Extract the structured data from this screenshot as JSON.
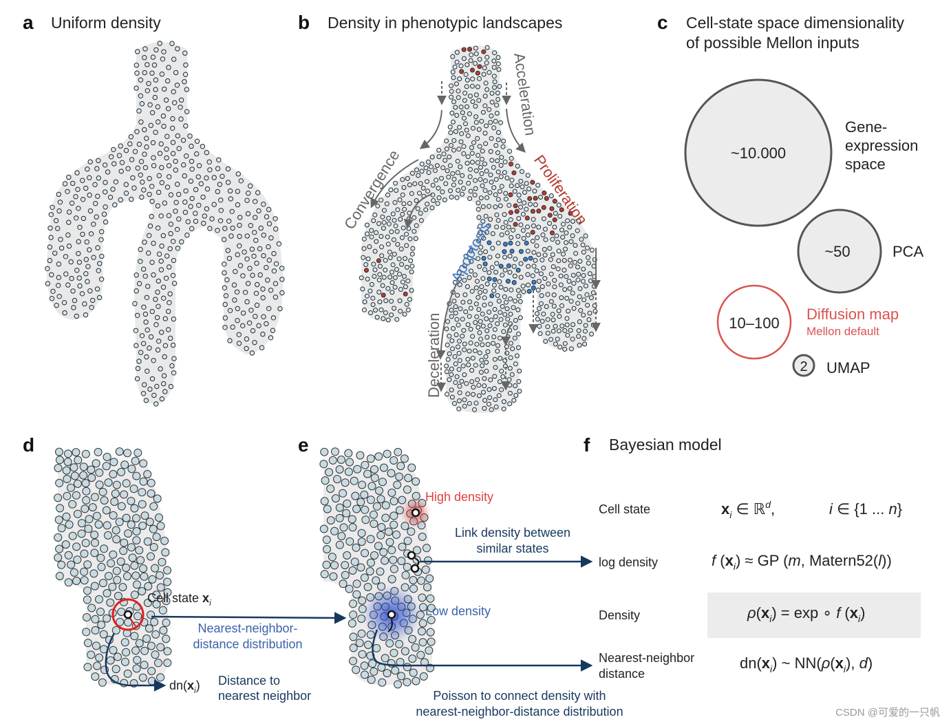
{
  "panel_a": {
    "letter": "a",
    "title": "Uniform density"
  },
  "panel_b": {
    "letter": "b",
    "title": "Density in phenotypic landscapes",
    "labels": {
      "convergence": "Convergence",
      "acceleration": "Acceleration",
      "proliferation": "Proliferation",
      "apoptosis": "Apoptosis",
      "deceleration": "Deceleration"
    }
  },
  "panel_c": {
    "letter": "c",
    "title_line1": "Cell-state space dimensionality",
    "title_line2": "of possible Mellon inputs",
    "gene": {
      "value": "~10.000",
      "label_line1": "Gene-",
      "label_line2": "expression",
      "label_line3": "space"
    },
    "pca": {
      "value": "~50",
      "label": "PCA"
    },
    "diffusion": {
      "value": "10–100",
      "label": "Diffusion map",
      "sublabel": "Mellon default"
    },
    "umap": {
      "value": "2",
      "label": "UMAP"
    }
  },
  "panel_d": {
    "letter": "d",
    "cell_state": "Cell state ",
    "cell_state_symbol": "x",
    "cell_state_sub": "i",
    "dn_prefix": "dn(",
    "dn_symbol": "x",
    "dn_sub": "i",
    "dn_suffix": ")",
    "distance_line1": "Distance to",
    "distance_line2": "nearest neighbor",
    "nn_line1": "Nearest-neighbor-",
    "nn_line2": "distance distribution"
  },
  "panel_e": {
    "letter": "e",
    "high_density": "High density",
    "low_density": "Low density",
    "link_line1": "Link density between",
    "link_line2": "similar states",
    "poisson_line1": "Poisson to connect density with",
    "poisson_line2": "nearest-neighbor-distance distribution"
  },
  "panel_f": {
    "letter": "f",
    "title": "Bayesian model",
    "rows": {
      "cell_state": "Cell state",
      "log_density": "log density",
      "density": "Density",
      "nn_line1": "Nearest-neighbor",
      "nn_line2": "distance"
    },
    "eq": {
      "x": "x",
      "i": "i",
      "in_R": " ∈ ℝ",
      "d": "d",
      "comma": ",",
      "index_in": " ∈ {1 ... ",
      "n": "n",
      "close_brace": "}",
      "f": "f",
      "open_paren": " (",
      "close_paren": ")",
      "gp_mid": " ≈ GP (",
      "m": "m",
      "matern": ", Matern52(",
      "l": "l",
      "gp_close": "))",
      "rho": "ρ",
      "paren_open": "(",
      "exp_mid": " = exp ∘ ",
      "dn_open": "dn(",
      "nn_mid": " ~ NN(",
      "d_tail": ", ",
      "end": ")"
    }
  },
  "watermark": "CSDN @可爱的一只帆"
}
